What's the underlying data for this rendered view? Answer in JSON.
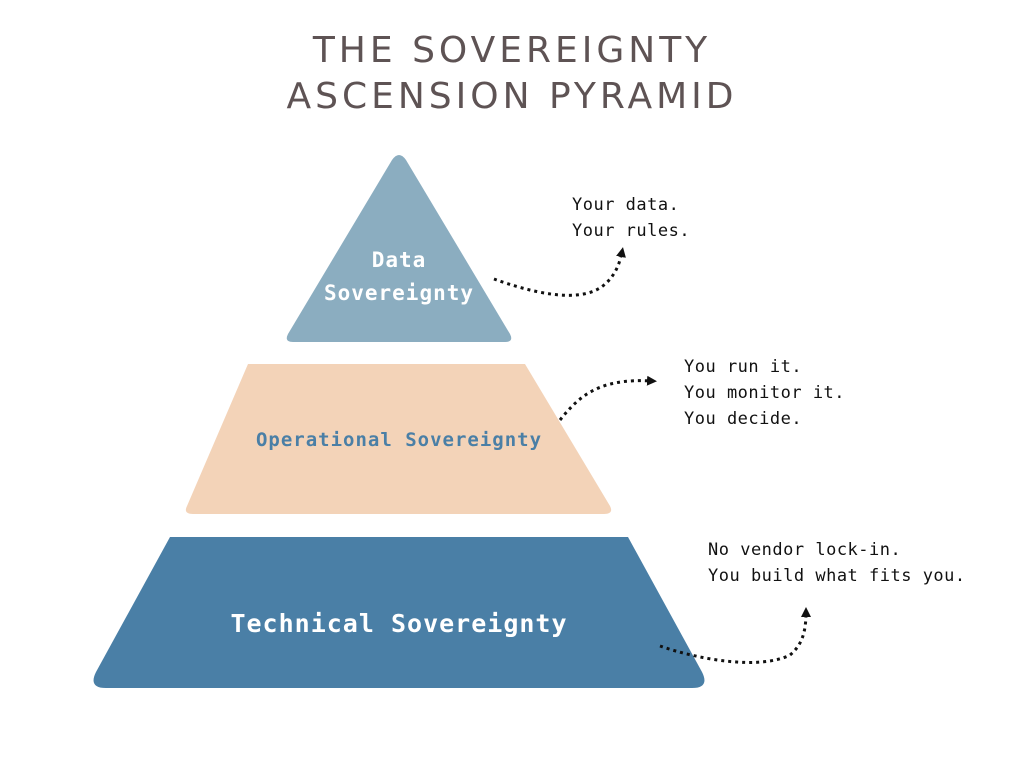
{
  "title": {
    "line1": "THE SOVEREIGNTY",
    "line2": "ASCENSION PYRAMID"
  },
  "colors": {
    "title": "#5e5354",
    "top_tier": "#8badc0",
    "middle_tier": "#f3d3b8",
    "bottom_tier": "#4a7fa6",
    "top_text": "#ffffff",
    "middle_text": "#4a7fa6",
    "bottom_text": "#ffffff",
    "note_text": "#111111"
  },
  "tiers": [
    {
      "label_line1": "Data",
      "label_line2": "Sovereignty",
      "note": [
        "Your data.",
        "Your rules."
      ]
    },
    {
      "label": "Operational Sovereignty",
      "note": [
        "You run it.",
        "You monitor it.",
        "You decide."
      ]
    },
    {
      "label": "Technical Sovereignty",
      "note": [
        "No vendor lock-in.",
        "You build what fits you."
      ]
    }
  ]
}
